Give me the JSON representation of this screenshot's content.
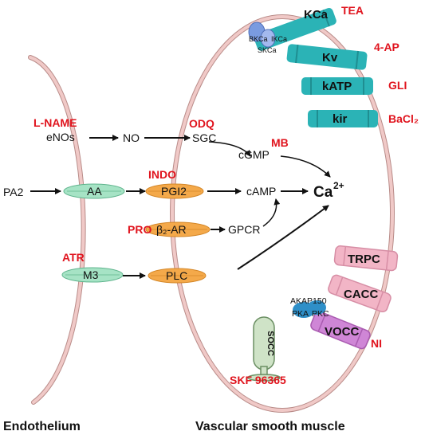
{
  "labels": {
    "pa2": "PA2",
    "aa": "AA",
    "m3": "M3",
    "lname": "L-NAME",
    "enos": "eNOs",
    "no": "NO",
    "odq": "ODQ",
    "sgc": "SGC",
    "mb": "MB",
    "cgmp": "cGMP",
    "indo": "INDO",
    "pgi2": "PGI2",
    "camp": "cAMP",
    "ca": "Ca",
    "ca_sup": "2+",
    "pro": "PRO",
    "b2ar": "β₂-AR",
    "gpcr": "GPCR",
    "atr": "ATR",
    "plc": "PLC",
    "kca": "KCa",
    "tea": "TEA",
    "bkca": "BKCa",
    "ikca": "IKCa",
    "skca": "SKCa",
    "kv": "Kv",
    "ap4": "4-AP",
    "katp": "kATP",
    "gli": "GLI",
    "kir": "kir",
    "bacl2": "BaCl₂",
    "trpc": "TRPC",
    "cacc": "CACC",
    "akap150": "AKAP150",
    "pka": "PKA",
    "pkc": "PKC",
    "vocc": "VOCC",
    "ni": "NI",
    "socc": "SOCC",
    "skf": "SKF 96365",
    "endothelium": "Endothelium",
    "vsm": "Vascular smooth muscle"
  },
  "colors": {
    "membrane": "#f0c9c7",
    "membrane_line": "#b98c89",
    "teal_channel": "#2bb3b6",
    "orange_receptor": "#f4a94a",
    "green_receptor": "#a6e3c5",
    "pink_channel": "#f2b5c6",
    "purple_channel": "#cf86d6",
    "blue_akap": "#2f8fc8",
    "socc_fill": "#cfe3c7",
    "inhibitor_red": "#e0141e"
  }
}
